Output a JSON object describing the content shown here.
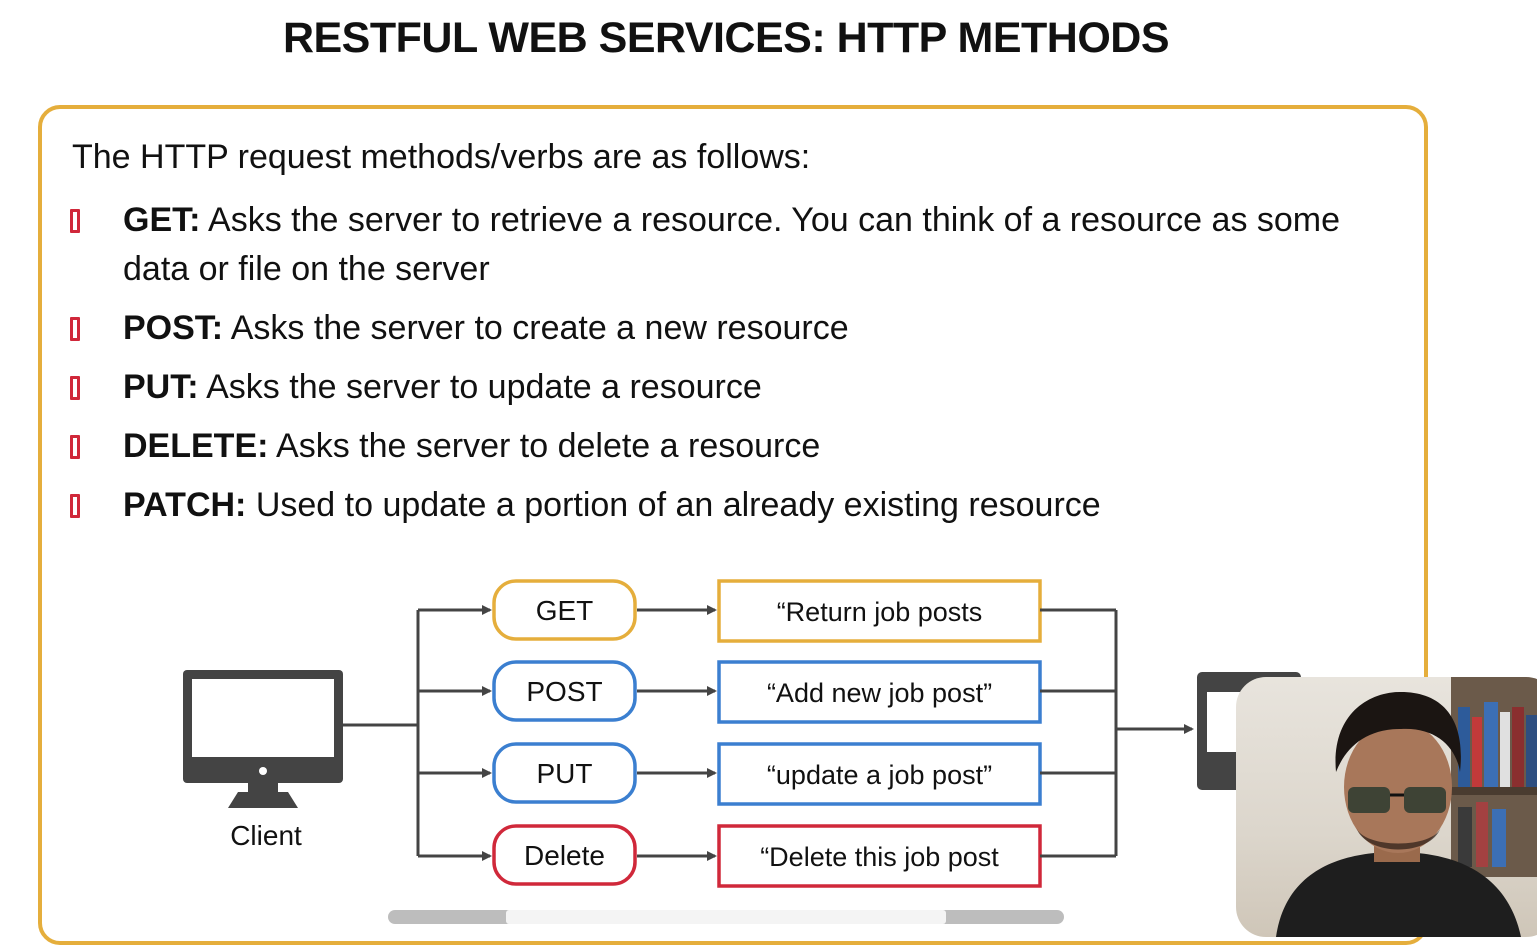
{
  "slide": {
    "title": "RESTFUL WEB SERVICES: HTTP METHODS",
    "intro": "The HTTP request methods/verbs are as follows:",
    "bullets": [
      {
        "method": "GET:",
        "description": " Asks the server to retrieve a resource. You can think of a resource as some data or file on the server"
      },
      {
        "method": "POST:",
        "description": " Asks the server to create a new resource"
      },
      {
        "method": "PUT:",
        "description": " Asks the server to update a resource"
      },
      {
        "method": "DELETE:",
        "description": " Asks the server to delete a resource"
      },
      {
        "method": "PATCH:",
        "description": " Used to update a portion of an already existing resource"
      }
    ]
  },
  "diagram": {
    "client_label": "Client",
    "methods": [
      "GET",
      "POST",
      "PUT",
      "Delete"
    ],
    "actions": [
      "“Return job posts",
      "“Add new job post”",
      "“update a job post”",
      "“Delete this job post"
    ],
    "colors": {
      "get": "#e5ae3c",
      "post": "#3b7fd0",
      "put": "#3b7fd0",
      "delete": "#d0283a",
      "line": "#444444",
      "device": "#444444"
    }
  },
  "overlay": {
    "icon": "presenter-webcam-icon"
  },
  "colors": {
    "panel_border": "#e5ae3c",
    "bullet_marker": "#d0283a"
  }
}
